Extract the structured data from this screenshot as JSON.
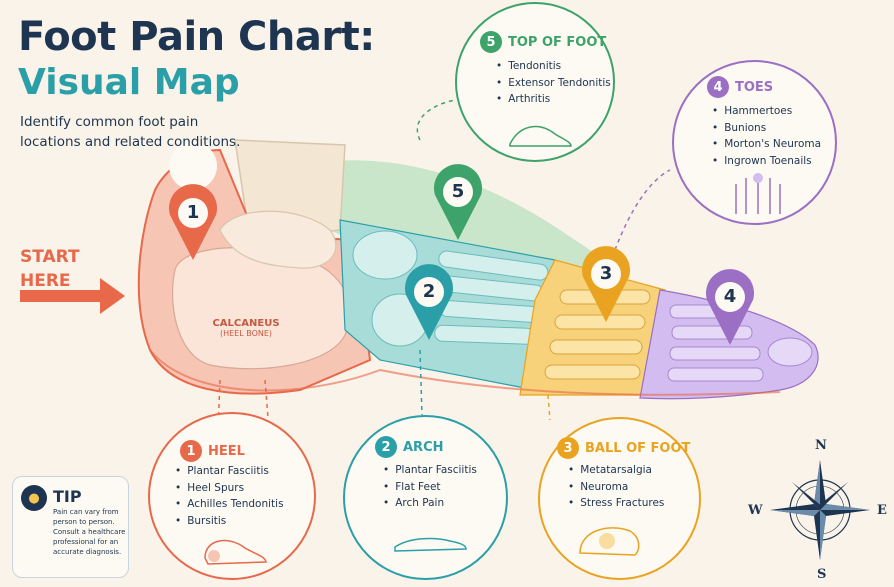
{
  "header": {
    "title_line1": "Foot Pain Chart:",
    "title_line2": "Visual Map",
    "subtitle": "Identify common foot pain locations and related conditions."
  },
  "start_label": "START HERE",
  "bone_label": {
    "name": "CALCANEUS",
    "sub": "(HEEL BONE)"
  },
  "regions": [
    {
      "number": "1",
      "title": "HEEL",
      "color": "#e8684a",
      "conditions": [
        "Plantar Fasciitis",
        "Heel Spurs",
        "Achilles Tendonitis",
        "Bursitis"
      ]
    },
    {
      "number": "2",
      "title": "ARCH",
      "color": "#2a9fa8",
      "conditions": [
        "Plantar Fasciitis",
        "Flat Feet",
        "Arch Pain"
      ]
    },
    {
      "number": "3",
      "title": "BALL OF FOOT",
      "color": "#e9a320",
      "conditions": [
        "Metatarsalgia",
        "Neuroma",
        "Stress Fractures"
      ]
    },
    {
      "number": "4",
      "title": "TOES",
      "color": "#9b6fc4",
      "conditions": [
        "Hammertoes",
        "Bunions",
        "Morton's Neuroma",
        "Ingrown Toenails"
      ]
    },
    {
      "number": "5",
      "title": "TOP OF FOOT",
      "color": "#3da36a",
      "conditions": [
        "Tendonitis",
        "Extensor Tendonitis",
        "Arthritis"
      ]
    }
  ],
  "tip": {
    "title": "TIP",
    "text": "Pain can vary from person to person. Consult a healthcare professional for an accurate diagnosis.",
    "icon": "lightbulb-icon"
  },
  "compass": {
    "n": "N",
    "e": "E",
    "s": "S",
    "w": "W",
    "icon": "compass-rose-icon"
  },
  "colors": {
    "navy": "#1d3550",
    "background": "#faf3e9"
  }
}
